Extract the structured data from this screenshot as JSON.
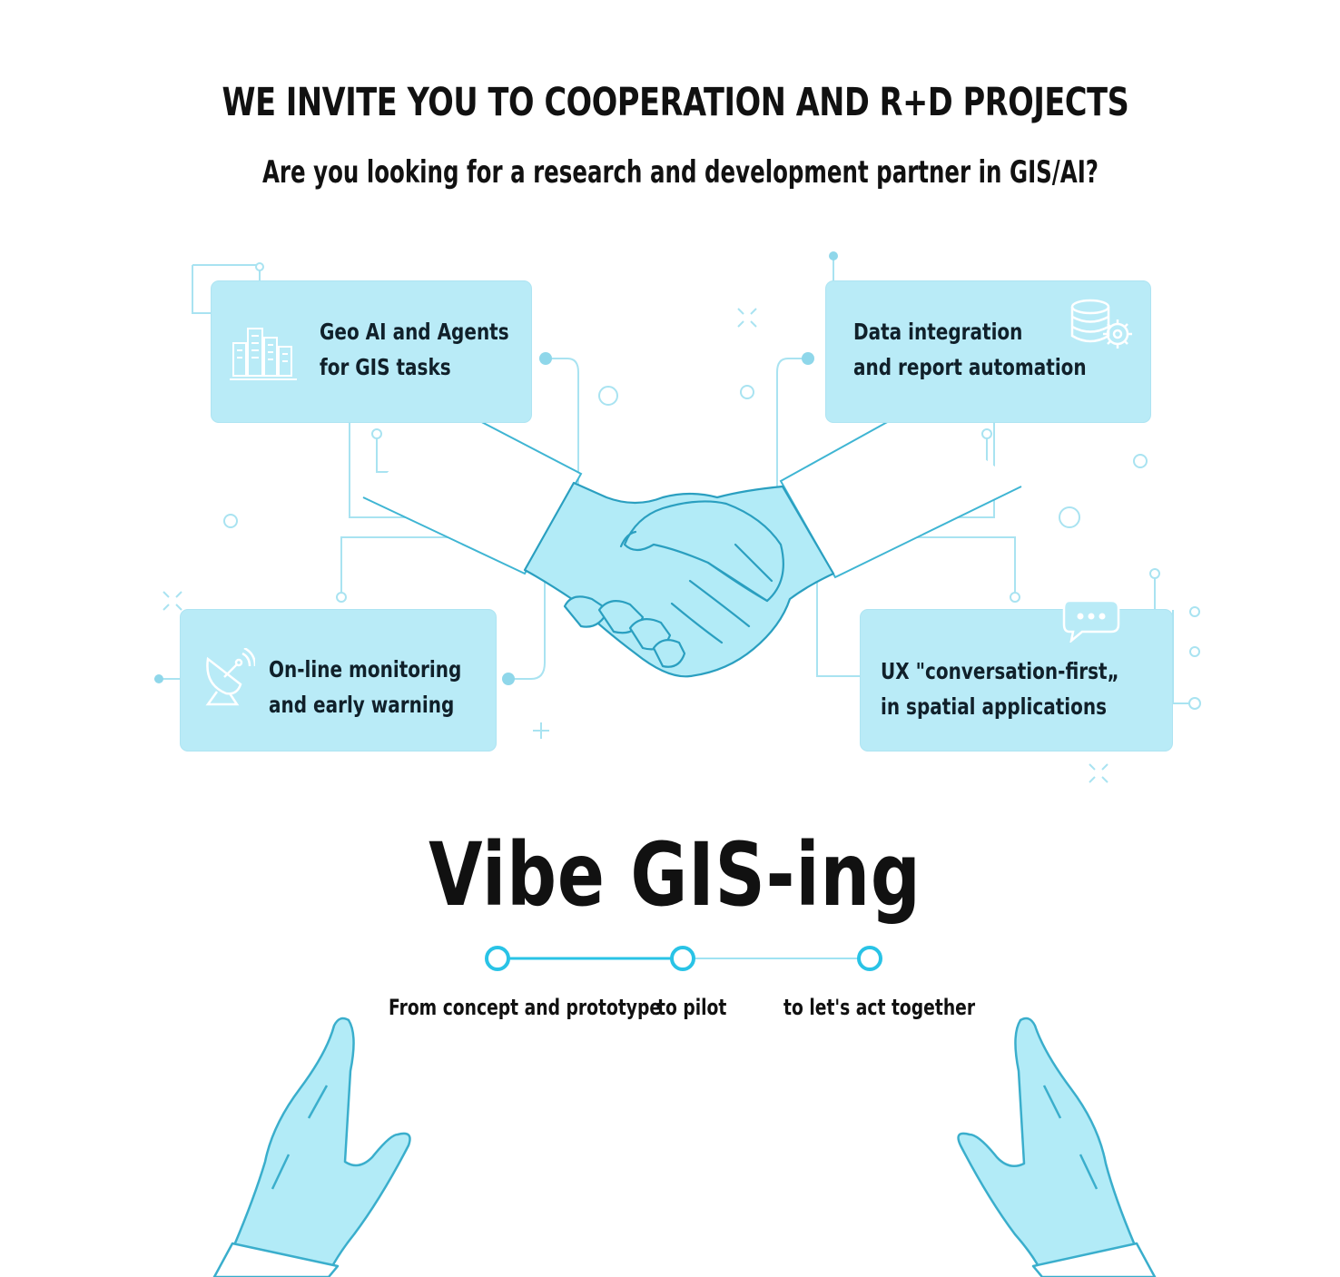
{
  "headline": "WE INVITE YOU TO COOPERATION AND R+D PROJECTS",
  "subheadline": "Are you looking for a research and development partner in GIS/AI?",
  "cards": [
    {
      "line1": "Geo AI and Agents",
      "line2": "for GIS tasks",
      "icon": "city-buildings-icon"
    },
    {
      "line1": "Data integration",
      "line2": "and report automation",
      "icon": "database-gear-icon"
    },
    {
      "line1": "On-line monitoring",
      "line2": "and early warning",
      "icon": "satellite-dish-icon"
    },
    {
      "line1": "UX \"conversation-first„",
      "line2": " in spatial applications",
      "icon": "chat-bubble-icon"
    }
  ],
  "title": "Vibe GIS-ing",
  "steps": [
    {
      "label": "From concept and prototype"
    },
    {
      "label": "to pilot"
    },
    {
      "label": "to let's act together"
    }
  ],
  "colors": {
    "accent": "#29c3e6",
    "card_fill": "#b9ebf7",
    "line": "#8fdcef",
    "hand_fill": "#b2ebf7",
    "hand_stroke": "#3aaecc"
  }
}
